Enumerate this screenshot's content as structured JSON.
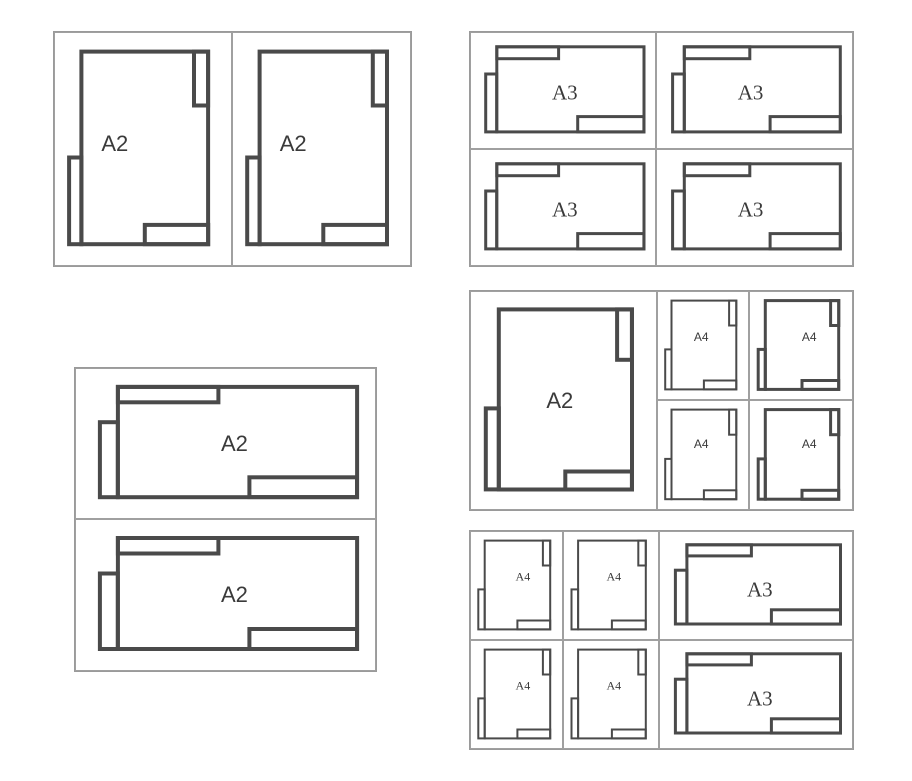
{
  "sheet_labels": {
    "a2": "A2",
    "a3": "A3",
    "a4": "A4"
  },
  "layouts": [
    {
      "name": "two-a2-portrait",
      "cells": [
        "A2",
        "A2"
      ]
    },
    {
      "name": "four-a3",
      "cells": [
        "A3",
        "A3",
        "A3",
        "A3"
      ]
    },
    {
      "name": "two-a2-landscape",
      "cells": [
        "A2",
        "A2"
      ]
    },
    {
      "name": "a2-plus-four-a4",
      "cells": [
        "A2",
        "A4",
        "A4",
        "A4",
        "A4"
      ]
    },
    {
      "name": "four-a4-plus-two-a3",
      "cells": [
        "A4",
        "A4",
        "A3",
        "A4",
        "A4",
        "A3"
      ]
    }
  ],
  "colors": {
    "frame_stroke": "#4a4a4a",
    "cell_border": "#a0a0a0",
    "label_text": "#3a3a3a"
  }
}
